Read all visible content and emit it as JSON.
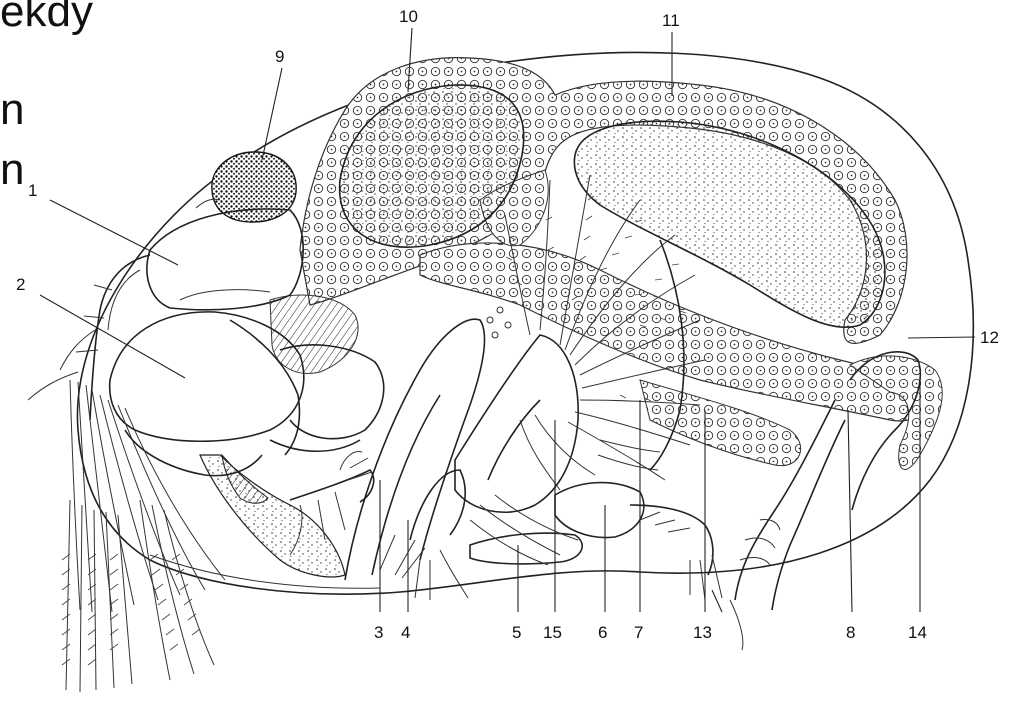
{
  "side_text": [
    "ekdy",
    "n",
    "n"
  ],
  "callouts": [
    "1",
    "2",
    "3",
    "4",
    "5",
    "6",
    "7",
    "8",
    "9",
    "10",
    "11",
    "12",
    "13",
    "14",
    "15"
  ],
  "colors": {
    "ink": "#222222",
    "background": "#ffffff"
  }
}
